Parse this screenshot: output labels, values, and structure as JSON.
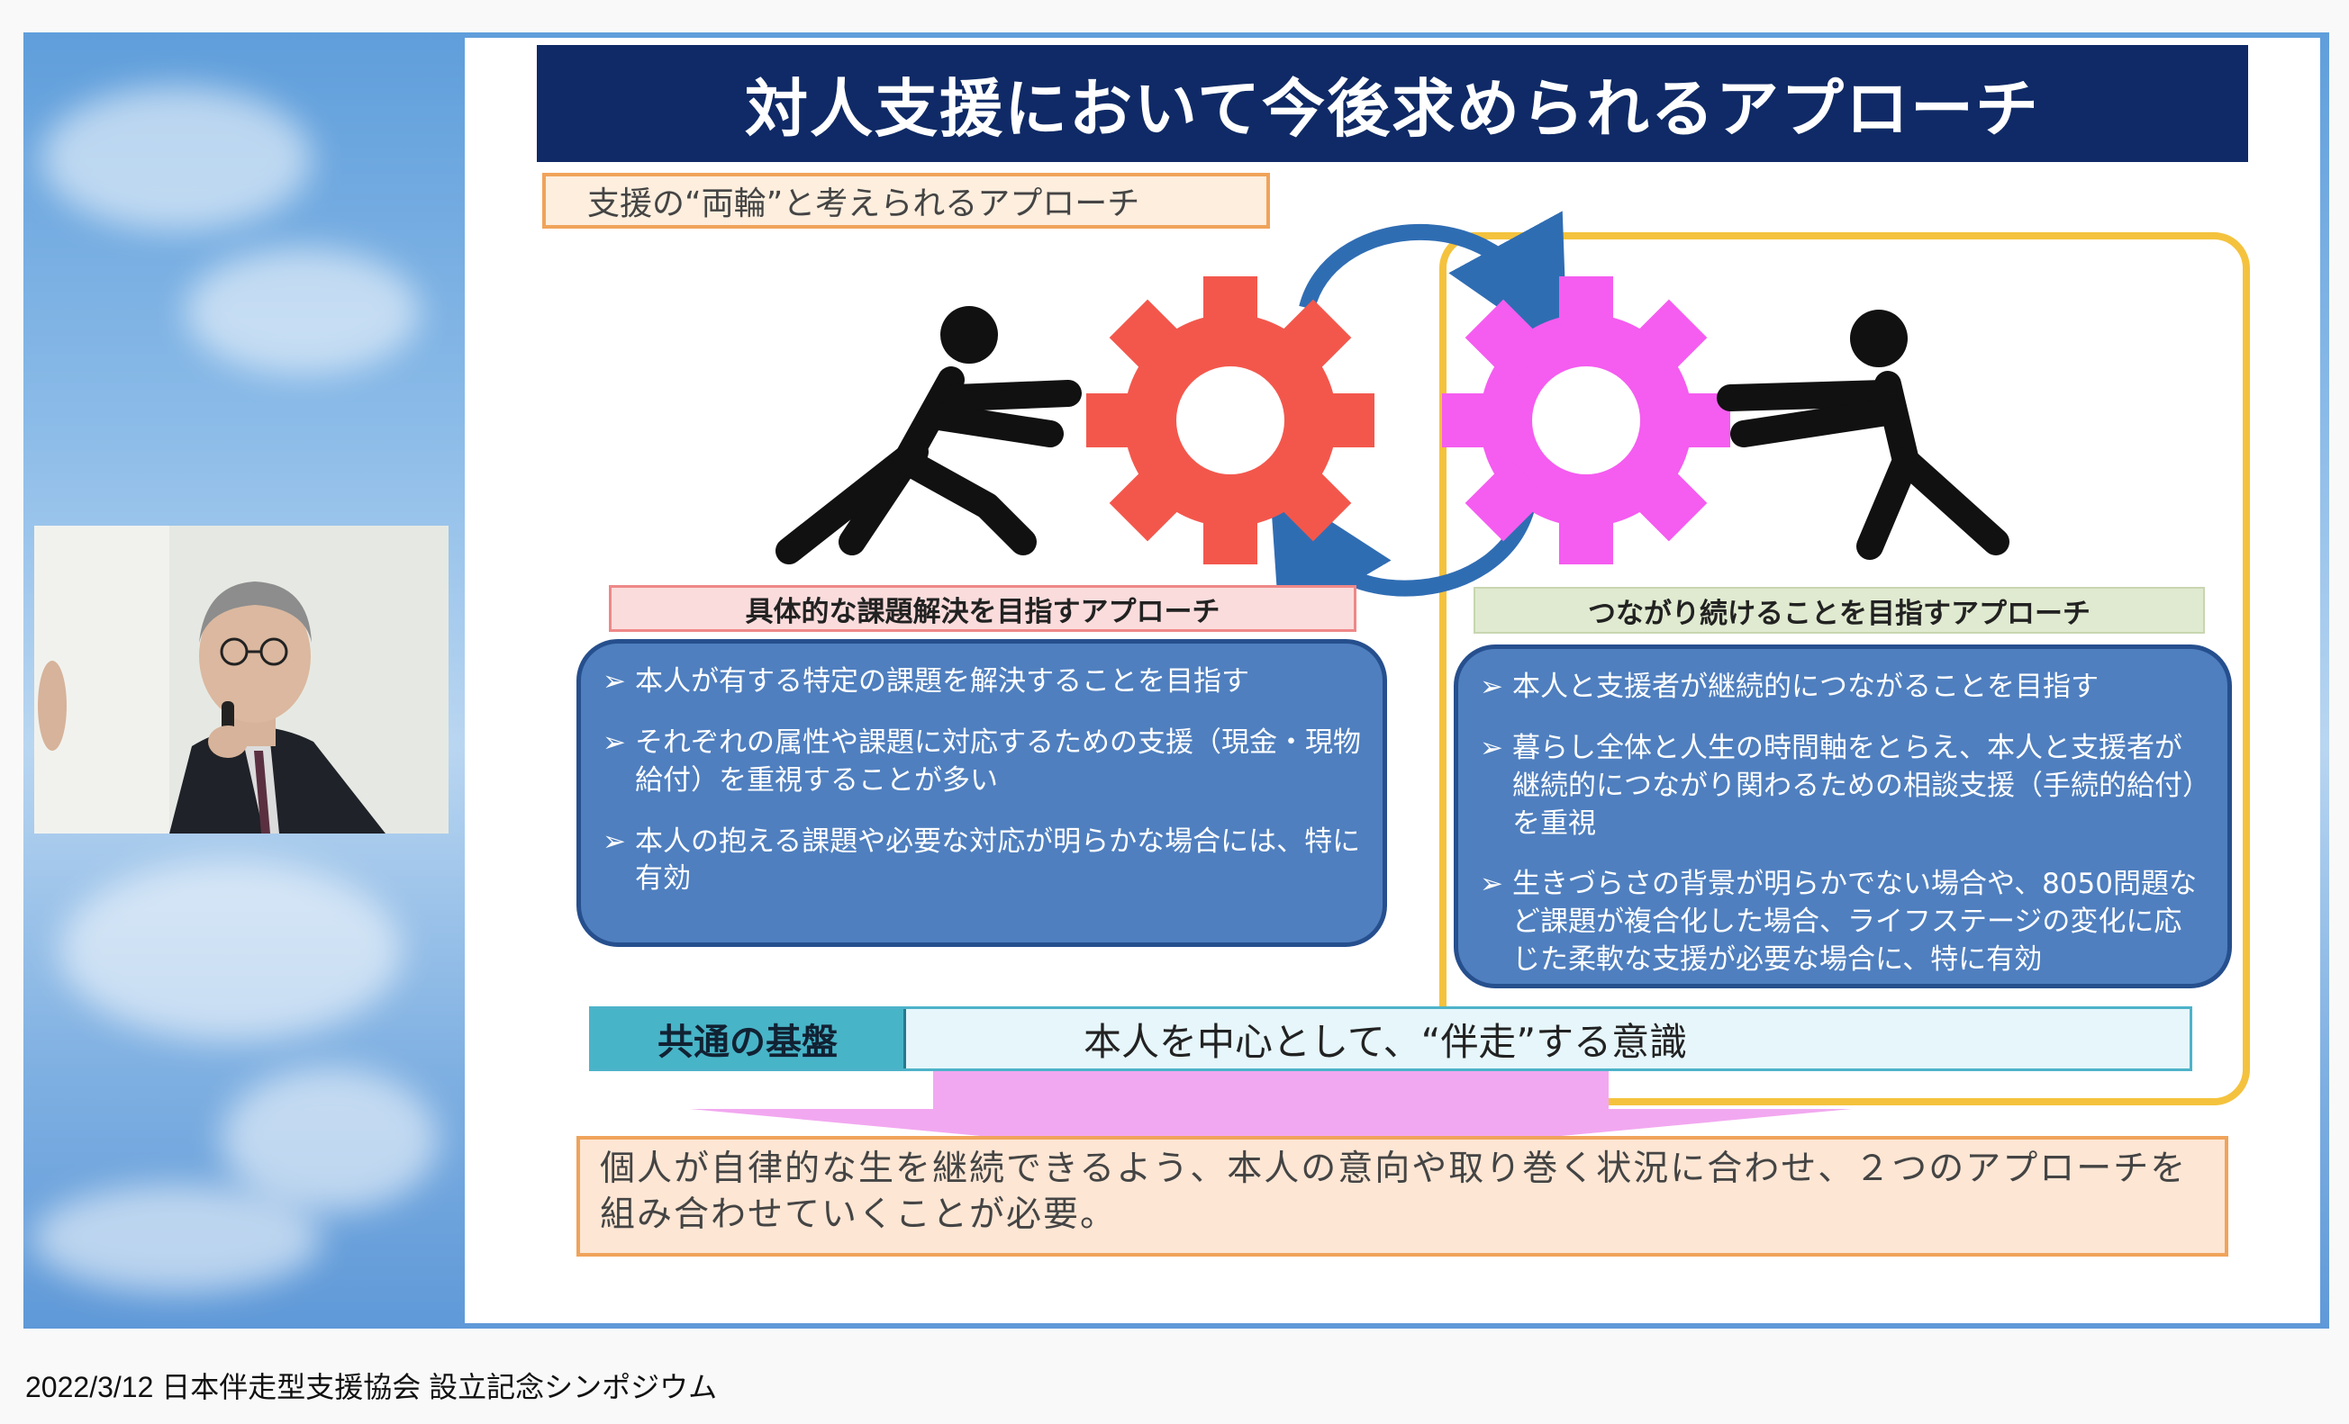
{
  "slide": {
    "title": "対人支援において今後求められるアプローチ",
    "subtitle": "支援の“両輪”と考えられるアプローチ",
    "left": {
      "heading": "具体的な課題解決を目指すアプローチ",
      "bullets": [
        "本人が有する特定の課題を解決することを目指す",
        "それぞれの属性や課題に対応するための支援（現金・現物給付）を重視することが多い",
        "本人の抱える課題や必要な対応が明らかな場合には、特に有効"
      ]
    },
    "right": {
      "heading": "つながり続けることを目指すアプローチ",
      "bullets": [
        "本人と支援者が継続的につながることを目指す",
        "暮らし全体と人生の時間軸をとらえ、本人と支援者が継続的につながり関わるための相談支援（手続的給付）を重視",
        "生きづらさの背景が明らかでない場合や、8050問題など課題が複合化した場合、ライフステージの変化に応じた柔軟な支援が必要な場合に、特に有効"
      ]
    },
    "base": {
      "label": "共通の基盤",
      "text": "本人を中心として、“伴走”する意識"
    },
    "conclusion": "個人が自律的な生を継続できるよう、本人の意向や取り巻く状況に合わせ、２つのアプローチを組み合わせていくことが必要。",
    "bullet_marker": "➢",
    "colors": {
      "title_bg": "#0f2a66",
      "left_gear": "#f3574c",
      "right_gear": "#f55cf0",
      "panel": "#4f7fbf",
      "frame": "#f4c23d"
    },
    "icons": [
      "pushing-person-icon",
      "gear-icon",
      "cycle-arrow-icon"
    ]
  },
  "caption": "2022/3/12 日本伴走型支援協会 設立記念シンポジウム"
}
